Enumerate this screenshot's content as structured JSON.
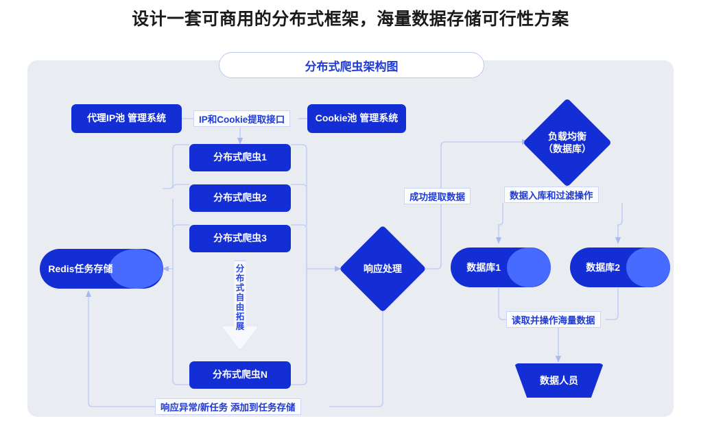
{
  "page": {
    "title": "设计一套可商用的分布式框架，海量数据存储可行性方案",
    "diagram_title": "分布式爬虫架构图",
    "colors": {
      "node_blue": "#132ed4",
      "cap_blue": "#476bff",
      "canvas_bg": "#e9edf2",
      "wire": "#c3cef5",
      "label_text": "#1f3ad6",
      "page_bg": "#ffffff"
    }
  },
  "nodes": {
    "proxy_pool": "代理IP池 管理系统",
    "cookie_pool": "Cookie池 管理系统",
    "spider_1": "分布式爬虫1",
    "spider_2": "分布式爬虫2",
    "spider_3": "分布式爬虫3",
    "spider_n": "分布式爬虫N",
    "redis_store": "Redis任务存储",
    "response_handler": "响应处理",
    "load_balancer_line1": "负载均衡",
    "load_balancer_line2": "（数据库）",
    "database_1": "数据库1",
    "database_2": "数据库2",
    "data_staff": "数据人员"
  },
  "edge_labels": {
    "extract_api": "IP和Cookie提取接口",
    "extract_success": "成功提取数据",
    "store_and_filter": "数据入库和过滤操作",
    "read_massive": "读取并操作海量数据",
    "retry_loop": "响应异常/新任务  添加到任务存储",
    "free_expand_chars": "分布式自由拓展"
  }
}
